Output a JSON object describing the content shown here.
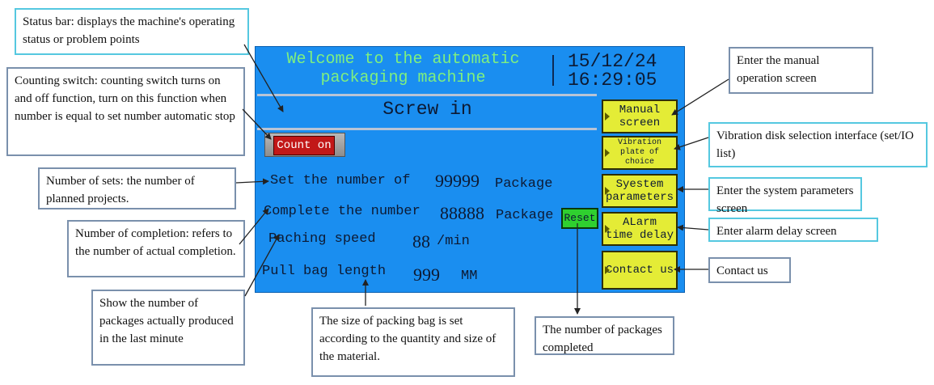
{
  "screen": {
    "title": "Welcome to the automatic\npackaging machine",
    "date": "15/12/24",
    "time": "16:29:05",
    "screen_title": "Screw in",
    "count_button": "Count on",
    "set_label": "Set the number of",
    "set_value": "99999",
    "set_unit": "Package",
    "complete_label": "Complete the number",
    "complete_value": "88888",
    "complete_unit": "Package",
    "reset_button": "Reset",
    "speed_label": "Paching speed",
    "speed_value": "88",
    "speed_unit": "/min",
    "bag_label": "Pull bag length",
    "bag_value": "999",
    "bag_unit": "MM",
    "side_buttons": [
      "Manual\nscreen",
      "Vibration\nplate of\nchoice",
      "Syestem\nparameters",
      "ALarm\ntime delay",
      "Contact us"
    ]
  },
  "callouts": {
    "status_bar": "Status bar: displays the machine's operating status or problem points",
    "counting_switch": "Counting switch: counting switch turns on and off function, turn on this function when number is equal to set number automatic stop",
    "number_of_sets": "Number of sets: the number of planned projects.",
    "number_of_completion": "Number of completion: refers to the number of actual completion.",
    "show_packages": "Show the number of packages actually produced in the last minute",
    "bag_size": "The size of packing bag is set according to the quantity and size of the material.",
    "packages_completed": "The number of packages completed",
    "manual": "Enter the manual operation screen",
    "vibration": "Vibration disk selection interface (set/IO list)",
    "system": "Enter the system parameters screen",
    "alarm": "Enter alarm delay screen",
    "contact": "Contact us"
  },
  "colors": {
    "screen_bg": "#1a8ef0",
    "title_text": "#7ff07f",
    "side_button": "#e4ec36",
    "count_button": "#c21818",
    "reset_button": "#2fd02f",
    "callout_border": "#55c8e0"
  }
}
